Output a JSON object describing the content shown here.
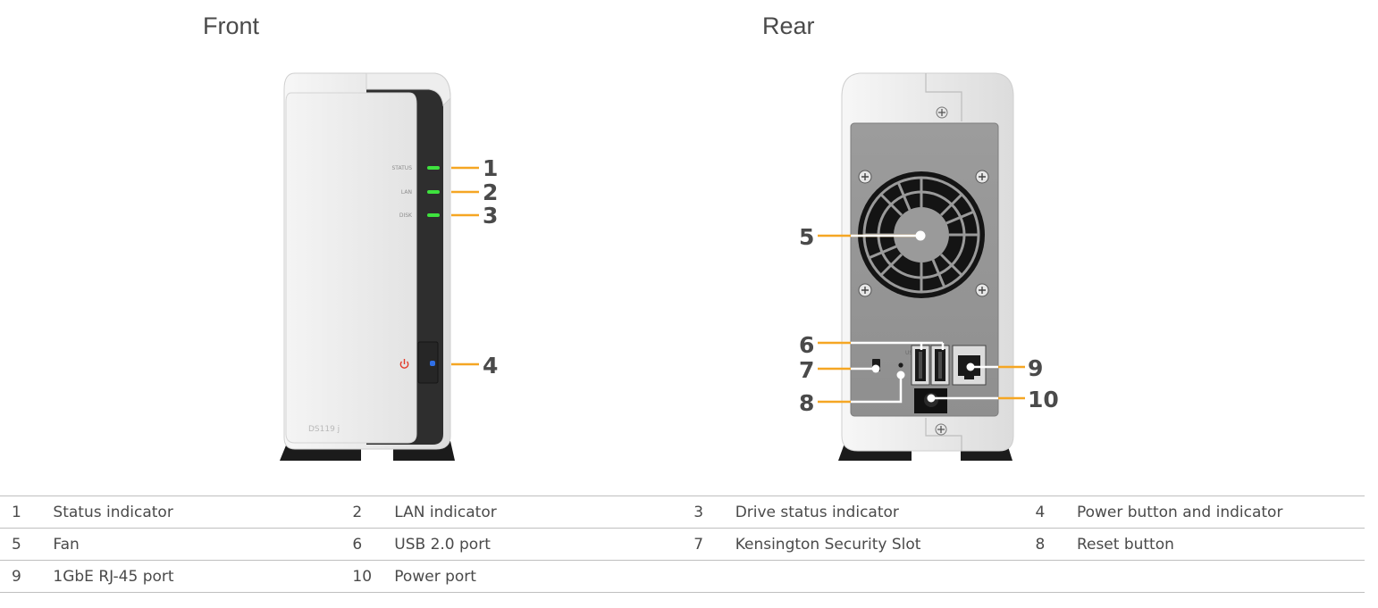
{
  "views": {
    "front_title": "Front",
    "rear_title": "Rear"
  },
  "front_panel": {
    "led_labels": [
      "STATUS",
      "LAN",
      "DISK"
    ],
    "model": "DS119 j",
    "callouts": [
      "1",
      "2",
      "3",
      "4"
    ]
  },
  "rear_panel": {
    "usb_label": "USB",
    "callouts": [
      "5",
      "6",
      "7",
      "8",
      "9",
      "10"
    ]
  },
  "legend": {
    "rows": [
      [
        {
          "num": "1",
          "label": "Status indicator"
        },
        {
          "num": "2",
          "label": "LAN indicator"
        },
        {
          "num": "3",
          "label": "Drive status indicator"
        },
        {
          "num": "4",
          "label": "Power button and indicator"
        }
      ],
      [
        {
          "num": "5",
          "label": "Fan"
        },
        {
          "num": "6",
          "label": "USB 2.0 port"
        },
        {
          "num": "7",
          "label": "Kensington Security Slot"
        },
        {
          "num": "8",
          "label": "Reset button"
        }
      ],
      [
        {
          "num": "9",
          "label": "1GbE RJ-45 port"
        },
        {
          "num": "10",
          "label": "Power port"
        },
        {
          "num": "",
          "label": ""
        },
        {
          "num": "",
          "label": ""
        }
      ]
    ]
  },
  "colors": {
    "callout_line": "#f5a623",
    "led_green": "#3ee23e",
    "power_led_blue": "#2f6fe6",
    "power_icon_red": "#e33a2a"
  }
}
